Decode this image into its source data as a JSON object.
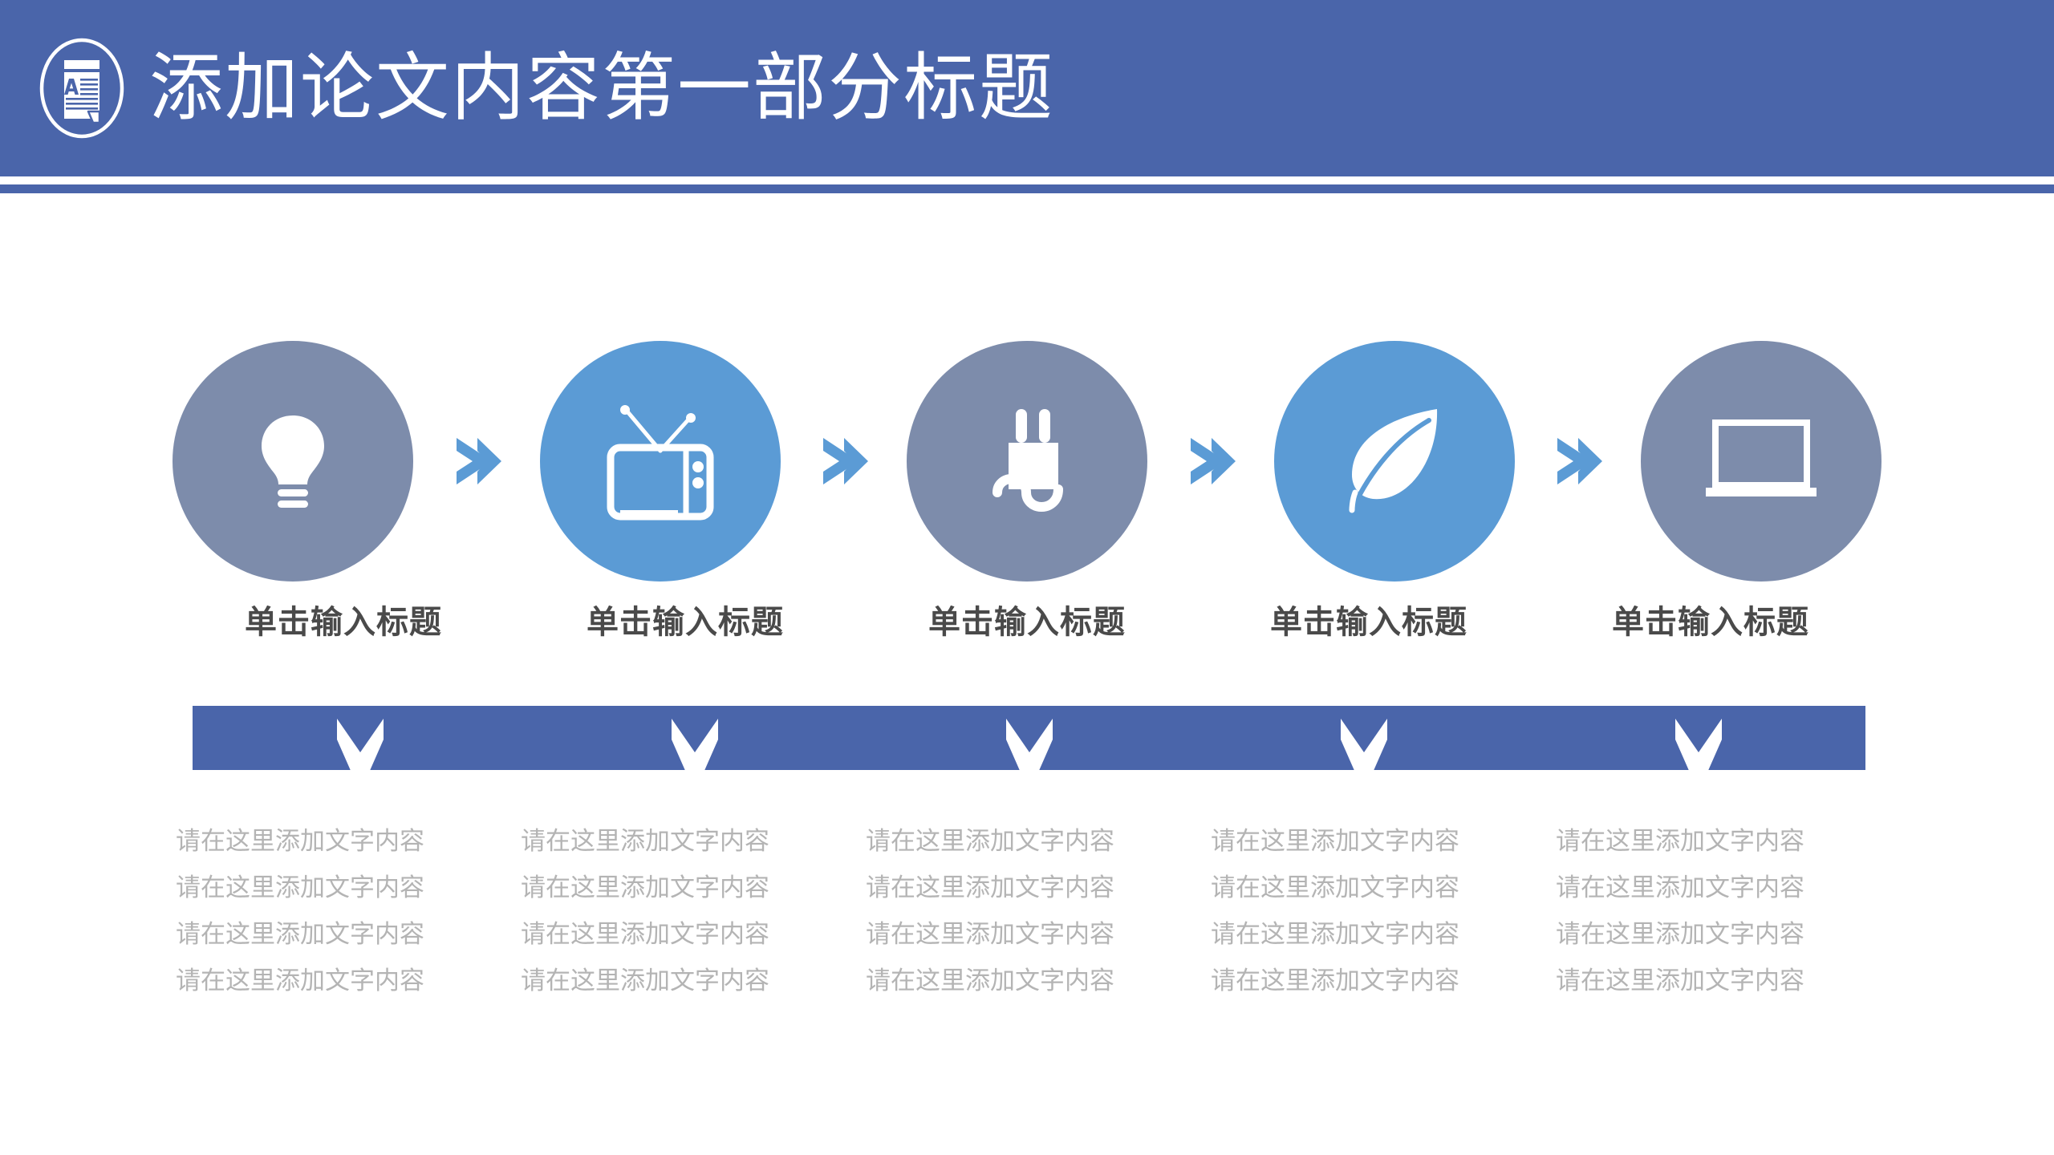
{
  "slide": {
    "background_color": "#ffffff",
    "header": {
      "title": "添加论文内容第一部分标题",
      "background_color": "#4a65aa",
      "text_color": "#ffffff",
      "logo_icon": "document-a-icon",
      "rule_white_color": "#ffffff",
      "rule_blue_color": "#4a65aa"
    },
    "colors": {
      "gray_blue": "#7d8cab",
      "light_blue": "#5b9bd5",
      "deep_blue": "#4a65aa",
      "title_text": "#4a4a4a",
      "body_text": "#b4b4b4"
    },
    "steps": [
      {
        "icon": "lightbulb-icon",
        "circle_color": "#7d8cab",
        "title": "单击输入标题",
        "lines": [
          "请在这里添加文字内容",
          "请在这里添加文字内容",
          "请在这里添加文字内容",
          "请在这里添加文字内容"
        ]
      },
      {
        "icon": "television-icon",
        "circle_color": "#5b9bd5",
        "title": "单击输入标题",
        "lines": [
          "请在这里添加文字内容",
          "请在这里添加文字内容",
          "请在这里添加文字内容",
          "请在这里添加文字内容"
        ]
      },
      {
        "icon": "power-plug-icon",
        "circle_color": "#7d8cab",
        "title": "单击输入标题",
        "lines": [
          "请在这里添加文字内容",
          "请在这里添加文字内容",
          "请在这里添加文字内容",
          "请在这里添加文字内容"
        ]
      },
      {
        "icon": "leaf-icon",
        "circle_color": "#5b9bd5",
        "title": "单击输入标题",
        "lines": [
          "请在这里添加文字内容",
          "请在这里添加文字内容",
          "请在这里添加文字内容",
          "请在这里添加文字内容"
        ]
      },
      {
        "icon": "laptop-icon",
        "circle_color": "#7d8cab",
        "title": "单击输入标题",
        "lines": [
          "请在这里添加文字内容",
          "请在这里添加文字内容",
          "请在这里添加文字内容",
          "请在这里添加文字内容"
        ]
      }
    ],
    "connectors": {
      "icon": "chevron-right-icon",
      "color": "#5b9bd5",
      "count": 4
    },
    "band": {
      "background_color": "#4a65aa",
      "chevron_icon": "chevron-down-icon",
      "chevron_color": "#ffffff",
      "count": 5
    }
  }
}
